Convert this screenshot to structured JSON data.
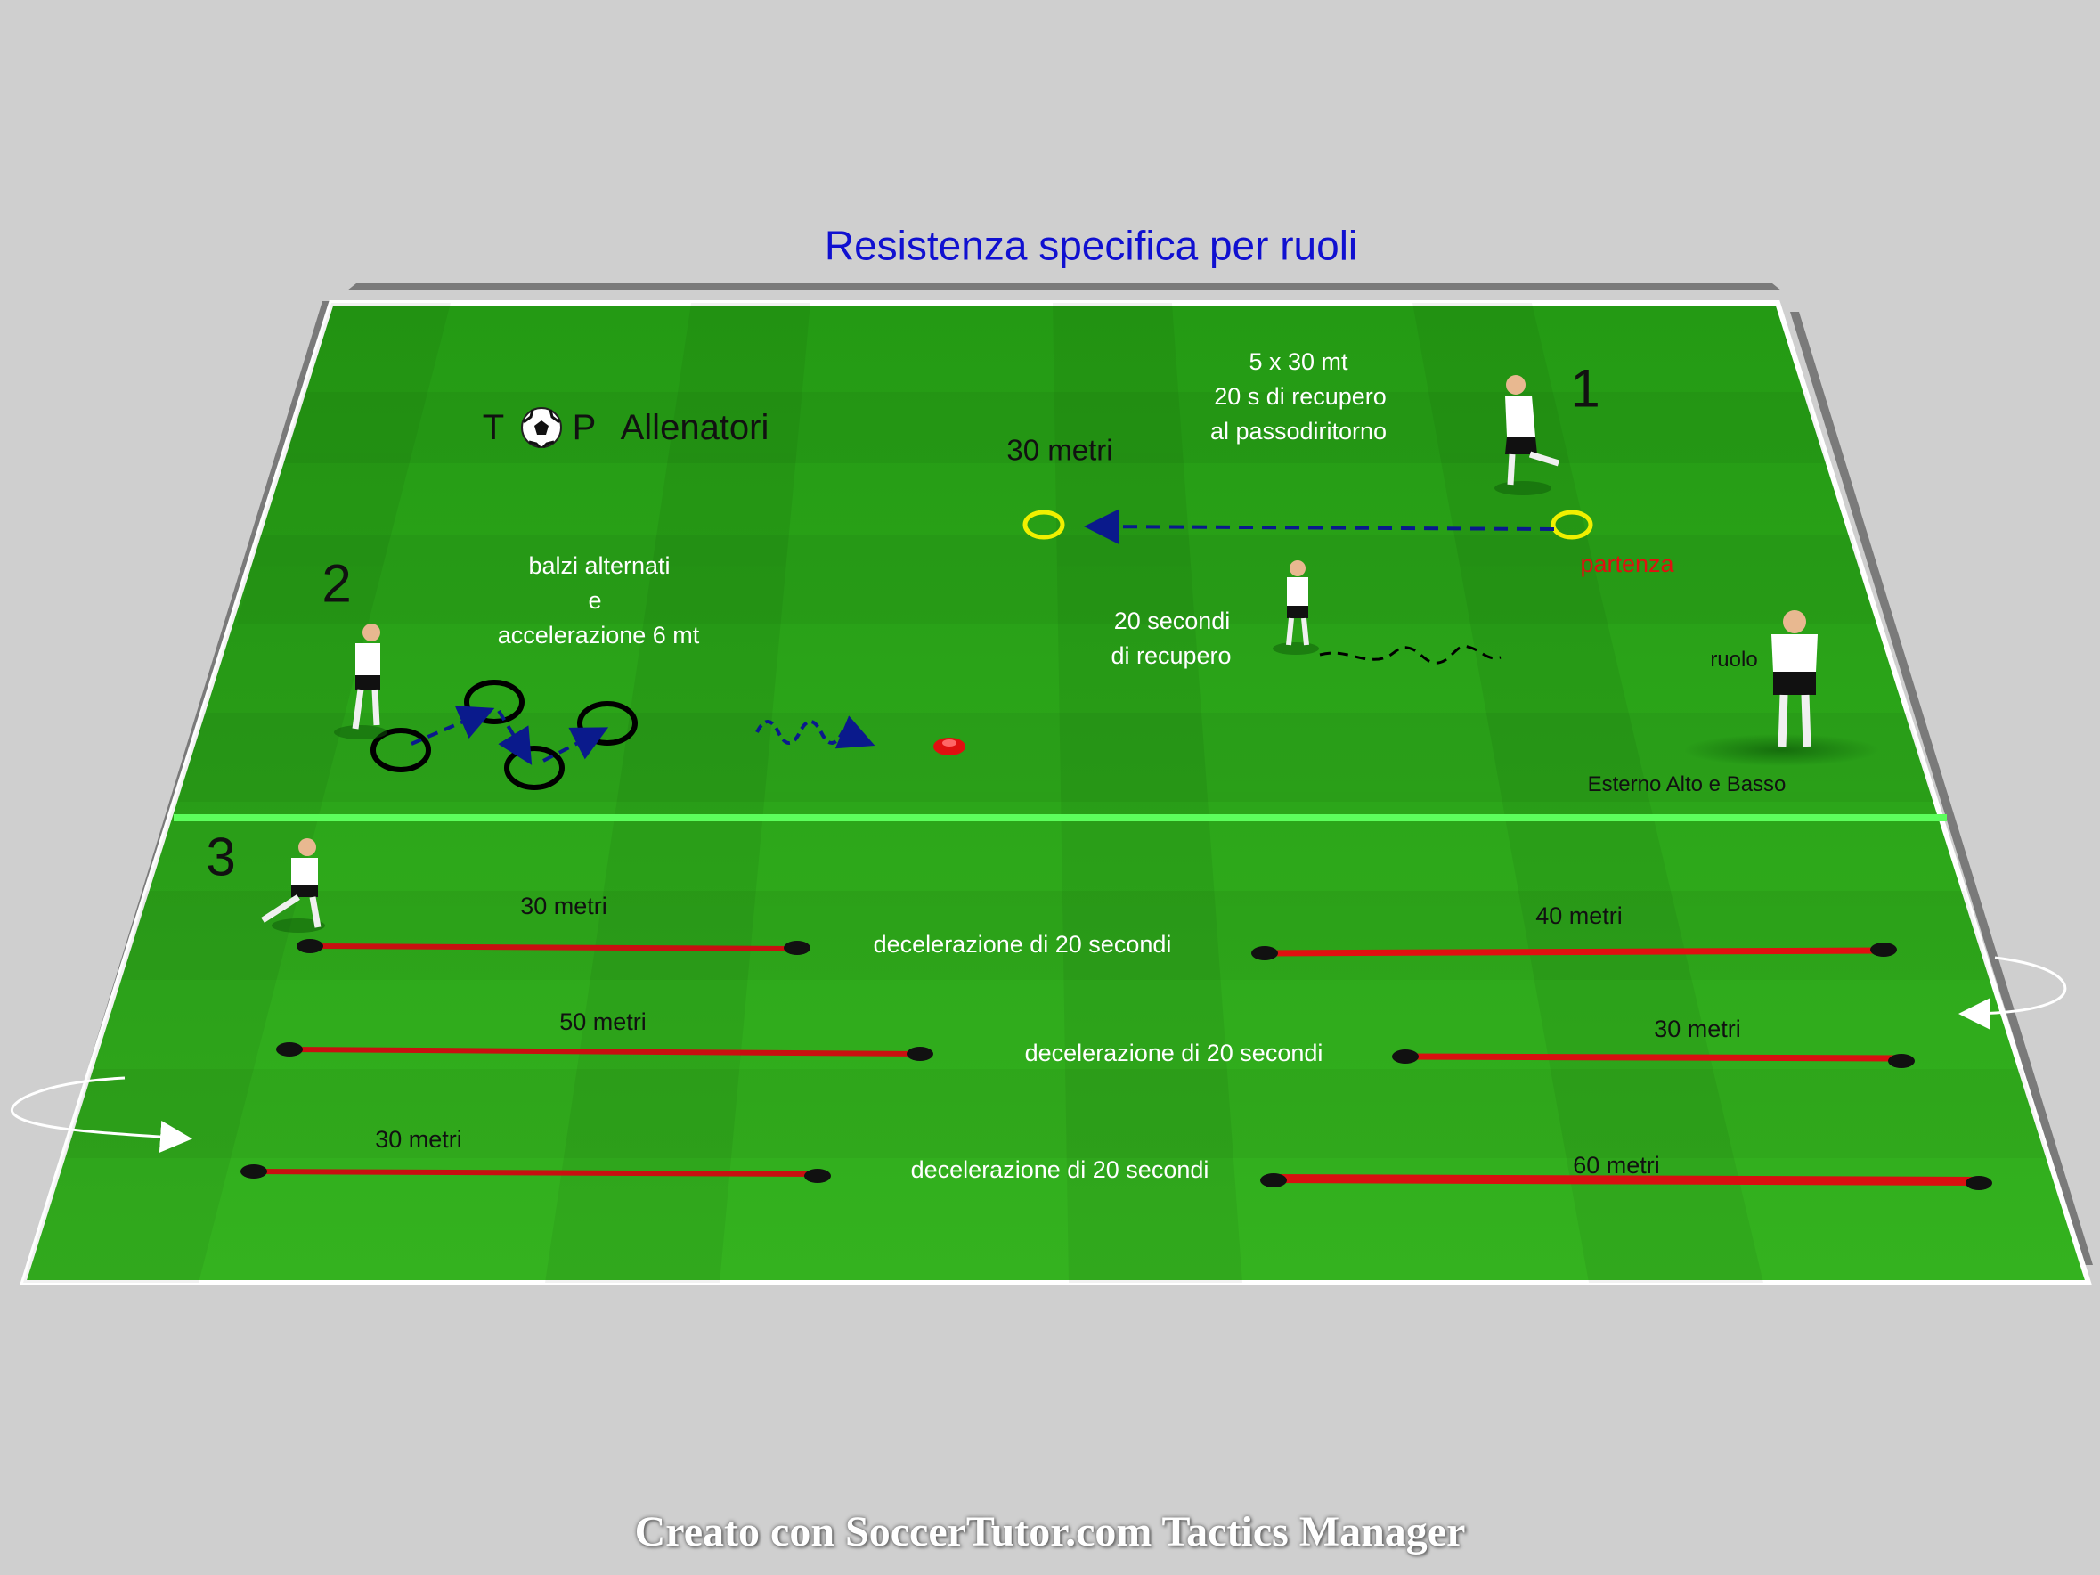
{
  "title": "Resistenza specifica per ruoli",
  "logo": {
    "left": "T",
    "right": "P",
    "name": "Allenatori",
    "ball_icon": "soccer-ball-icon"
  },
  "credit": "Creato con SoccerTutor.com Tactics Manager",
  "colors": {
    "title": "#1010d0",
    "pitch": "#2ea81a",
    "cone": "#d01010",
    "ring": "#e8e800",
    "accent_red": "#e01010",
    "arrow_blue": "#0a1a8c"
  },
  "exercise1": {
    "number": "1",
    "spec_lines": [
      "5 x 30 mt",
      "20 s di recupero",
      "al passodiritorno"
    ],
    "distance": "30 metri",
    "start_label": "partenza",
    "recovery_lines": [
      "20 secondi",
      "di recupero"
    ]
  },
  "exercise2": {
    "number": "2",
    "lines": [
      "balzi alternati",
      "e",
      "accelerazione 6 mt"
    ]
  },
  "role": {
    "label": "ruolo",
    "name": "Esterno Alto e Basso"
  },
  "exercise3": {
    "number": "3",
    "rows": [
      {
        "first": "30 metri",
        "middle": "decelerazione di 20 secondi",
        "second": "40 metri"
      },
      {
        "first": "50 metri",
        "middle": "decelerazione di 20 secondi",
        "second": "30 metri"
      },
      {
        "first": "30 metri",
        "middle": "decelerazione di 20 secondi",
        "second": "60 metri"
      }
    ]
  }
}
